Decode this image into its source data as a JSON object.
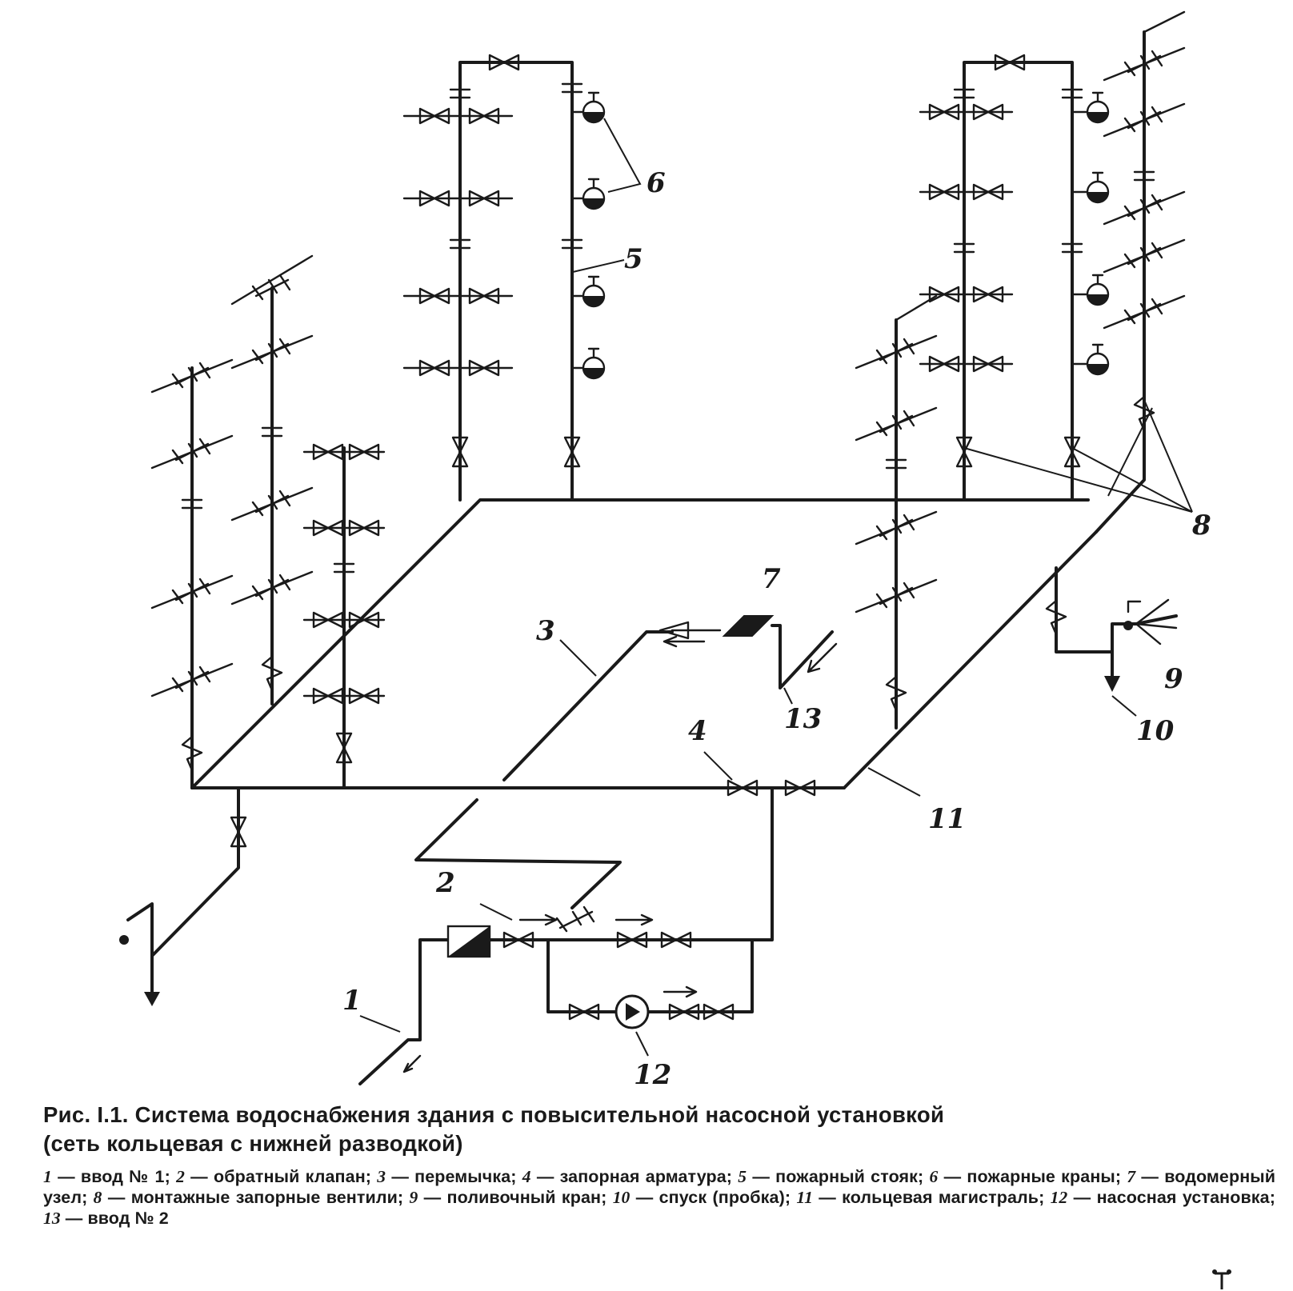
{
  "figure": {
    "caption_title": "Рис. I.1. Система водоснабжения здания с повысительной насосной установкой",
    "caption_subtitle": "(сеть кольцевая с нижней разводкой)",
    "legend": [
      {
        "num": "1",
        "text": "ввод № 1"
      },
      {
        "num": "2",
        "text": "обратный клапан"
      },
      {
        "num": "3",
        "text": "перемычка"
      },
      {
        "num": "4",
        "text": "запорная арматура"
      },
      {
        "num": "5",
        "text": "пожарный стояк"
      },
      {
        "num": "6",
        "text": "пожарные краны"
      },
      {
        "num": "7",
        "text": "водомерный узел"
      },
      {
        "num": "8",
        "text": "монтажные запорные вентили"
      },
      {
        "num": "9",
        "text": "поливочный кран"
      },
      {
        "num": "10",
        "text": "спуск (пробка)"
      },
      {
        "num": "11",
        "text": "кольцевая магистраль"
      },
      {
        "num": "12",
        "text": "насосная установка"
      },
      {
        "num": "13",
        "text": "ввод № 2"
      }
    ]
  },
  "labels": {
    "l1": "1",
    "l2": "2",
    "l3": "3",
    "l4": "4",
    "l5": "5",
    "l6": "6",
    "l7": "7",
    "l8": "8",
    "l9": "9",
    "l10": "10",
    "l11": "11",
    "l12": "12",
    "l13": "13"
  },
  "colors": {
    "ink": "#1a1a1a",
    "paper": "#ffffff"
  }
}
